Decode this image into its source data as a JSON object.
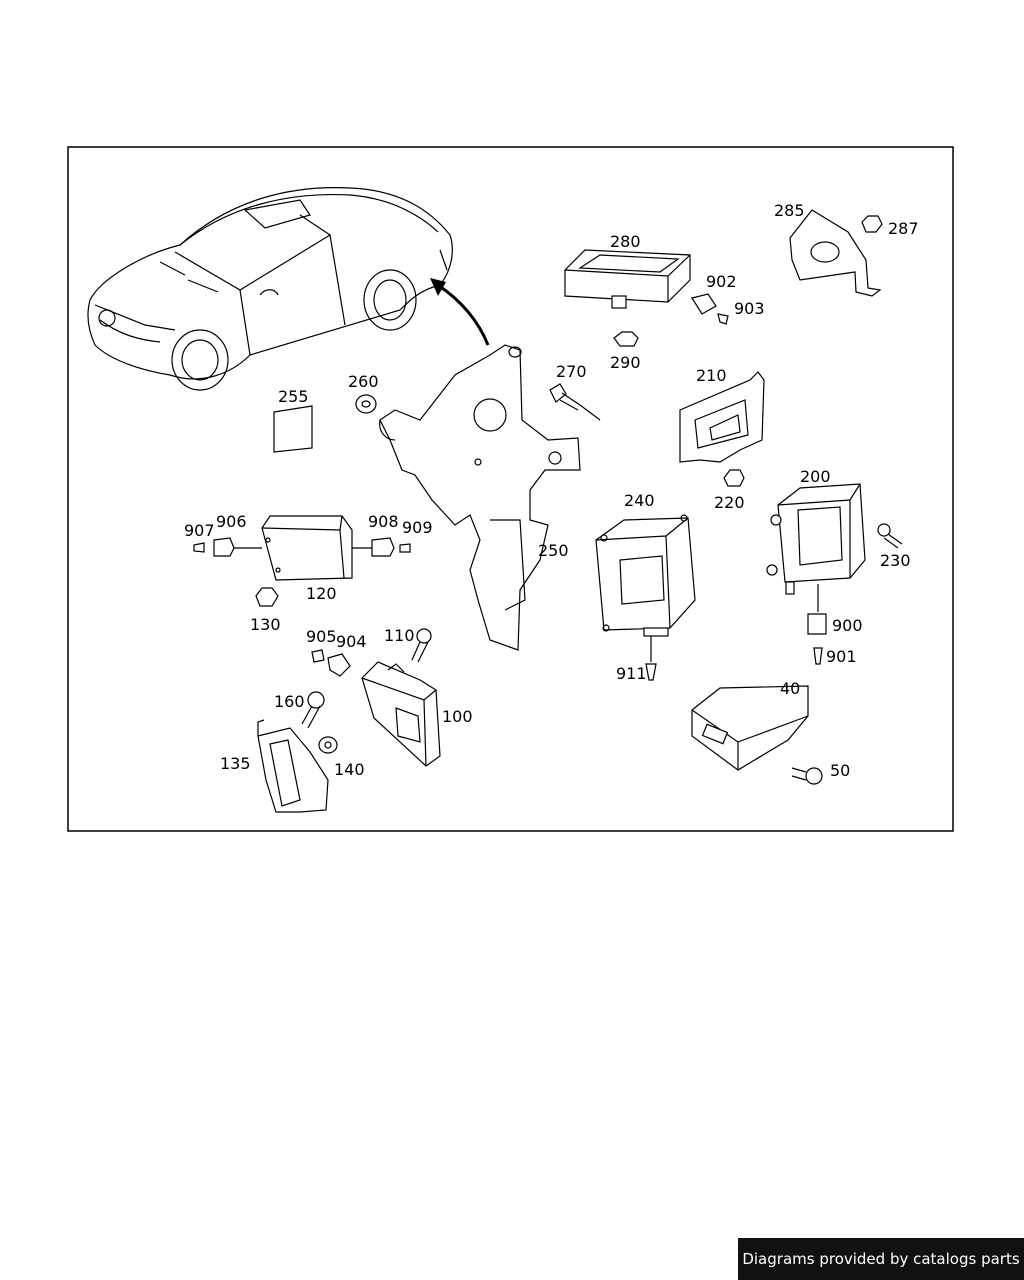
{
  "labels": {
    "l280": "280",
    "l285": "285",
    "l287": "287",
    "l902": "902",
    "l903": "903",
    "l290": "290",
    "l270": "270",
    "l260": "260",
    "l255": "255",
    "l210": "210",
    "l220": "220",
    "l200": "200",
    "l230": "230",
    "l240": "240",
    "l250": "250",
    "l907": "907",
    "l906": "906",
    "l908": "908",
    "l909": "909",
    "l120": "120",
    "l130": "130",
    "l905": "905",
    "l904": "904",
    "l110": "110",
    "l100": "100",
    "l160": "160",
    "l135": "135",
    "l140": "140",
    "l911": "911",
    "l900": "900",
    "l901": "901",
    "l40": "40",
    "l50": "50"
  },
  "footer": {
    "text": "Diagrams provided by catalogs parts"
  }
}
